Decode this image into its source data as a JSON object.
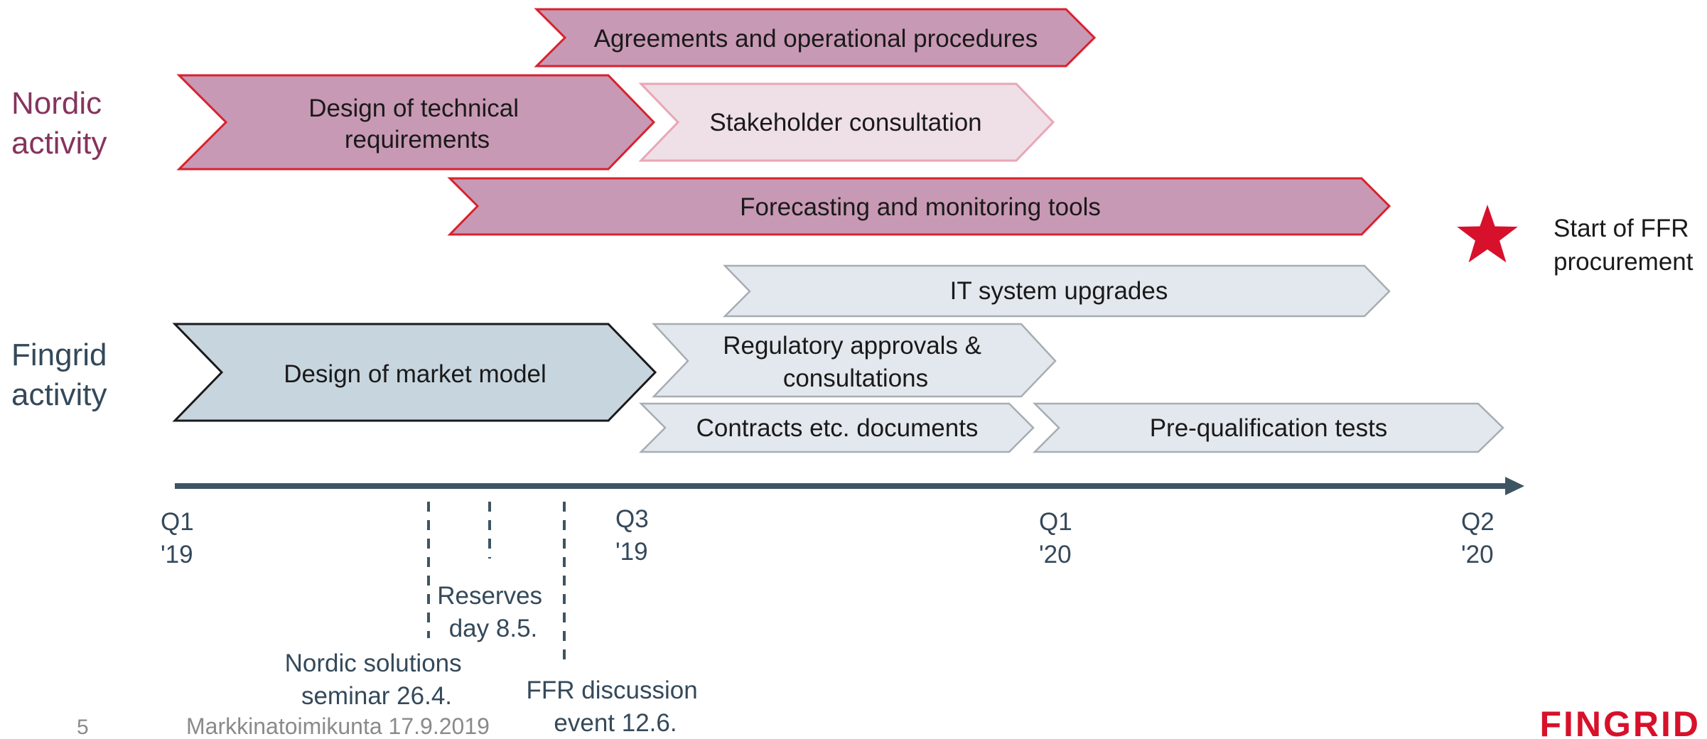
{
  "colors": {
    "nordic_fill": "#c899b4",
    "nordic_stroke": "#d7222f",
    "nordic_light_fill": "#efdfe6",
    "nordic_light_stroke": "#e9a6b6",
    "nordic_label": "#85345e",
    "fingrid_fill": "#c7d5df",
    "fingrid_stroke": "#1a1a1a",
    "fingrid_light_fill": "#e3e8ee",
    "fingrid_light_stroke": "#a6adb3",
    "fingrid_label": "#34495a",
    "axis": "#3d5563",
    "star": "#d7112b",
    "text": "#1a1a1a",
    "muted": "#8a8a8a"
  },
  "row_labels": {
    "nordic": [
      "Nordic",
      "activity"
    ],
    "fingrid": [
      "Fingrid",
      "activity"
    ]
  },
  "tasks": [
    {
      "id": "agreements",
      "lines": [
        "Agreements and operational procedures"
      ],
      "style": "nordic"
    },
    {
      "id": "design-technical",
      "lines": [
        "Design of technical",
        "requirements"
      ],
      "style": "nordic"
    },
    {
      "id": "stakeholder",
      "lines": [
        "Stakeholder consultation"
      ],
      "style": "nordic-light"
    },
    {
      "id": "forecasting",
      "lines": [
        "Forecasting and monitoring tools"
      ],
      "style": "nordic"
    },
    {
      "id": "it-upgrades",
      "lines": [
        "IT system upgrades"
      ],
      "style": "fingrid-light"
    },
    {
      "id": "market-model",
      "lines": [
        "Design of market model"
      ],
      "style": "fingrid"
    },
    {
      "id": "regulatory",
      "lines": [
        "Regulatory approvals &",
        "consultations"
      ],
      "style": "fingrid-light"
    },
    {
      "id": "contracts",
      "lines": [
        "Contracts etc. documents"
      ],
      "style": "fingrid-light"
    },
    {
      "id": "prequal",
      "lines": [
        "Pre-qualification tests"
      ],
      "style": "fingrid-light"
    }
  ],
  "milestone": {
    "lines": [
      "Start of FFR",
      "procurement"
    ],
    "icon": "star-icon"
  },
  "axis_ticks": [
    {
      "lines": [
        "Q1",
        "'19"
      ]
    },
    {
      "lines": [
        "Q3",
        "'19"
      ]
    },
    {
      "lines": [
        "Q1",
        "'20"
      ]
    },
    {
      "lines": [
        "Q2",
        "'20"
      ]
    }
  ],
  "events": [
    {
      "id": "nordic-seminar",
      "lines": [
        "Nordic solutions",
        "seminar 26.4."
      ]
    },
    {
      "id": "reserves-day",
      "lines": [
        "Reserves",
        "day 8.5."
      ]
    },
    {
      "id": "ffr-discussion",
      "lines": [
        "FFR discussion",
        "event 12.6."
      ]
    }
  ],
  "footer": {
    "page_number": "5",
    "meeting": "Markkinatoimikunta 17.9.2019",
    "logo": "FINGRID"
  }
}
